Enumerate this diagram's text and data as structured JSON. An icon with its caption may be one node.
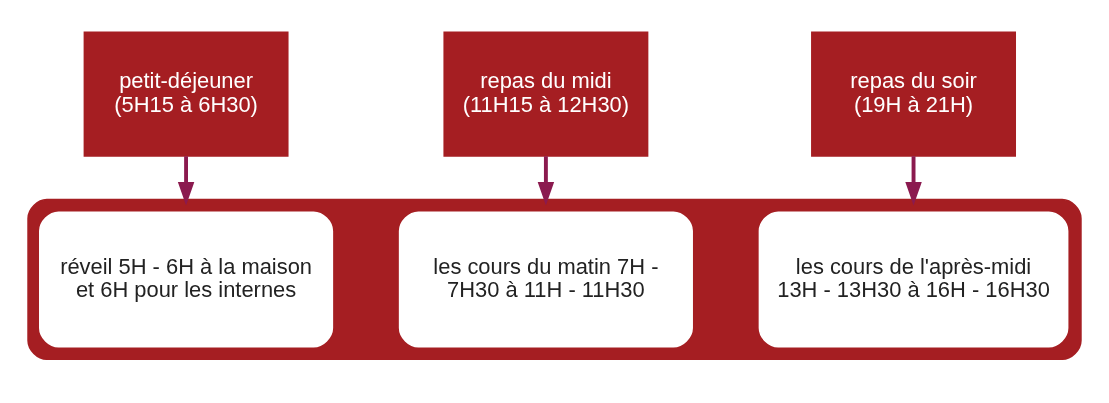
{
  "diagram": {
    "nodes": [
      {
        "text": [
          "petit-déjeuner (5H15 à 6H30)"
        ]
      },
      {
        "text": [
          "repas du midi (11H15 à 12H30)"
        ]
      },
      {
        "text": [
          "repas du soir (19H à 21H)"
        ]
      },
      {
        "text": [],
        "shape": "arrow"
      },
      {
        "text": [
          "réveil 5H - 6H à la maison et 6H pour les internes"
        ],
        "in": 3
      },
      {
        "text": [
          "les cours du matin 7H - 7H30 à 11H - 11H30"
        ],
        "in": 3
      },
      {
        "text": [
          "les cours de l'après-midi 13H - 13H30 à 16H - 16H30"
        ],
        "in": 3
      }
    ],
    "edges": [
      {
        "from": 0,
        "to": 3,
        "arrow": "to"
      },
      {
        "from": 1,
        "to": 3,
        "arrow": "to"
      },
      {
        "from": 2,
        "to": 3,
        "arrow": "to"
      }
    ]
  }
}
